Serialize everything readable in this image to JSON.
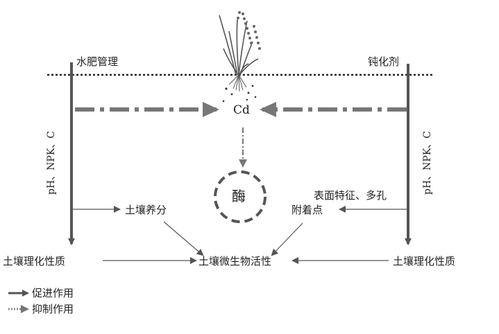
{
  "labels": {
    "water_fertilizer": "水肥管理",
    "passivator": "钝化剂",
    "cd": "Cd",
    "enzyme": "酶",
    "left_vertical": "pH、NPK、C",
    "right_vertical": "pH、NPK、C",
    "soil_nutrient": "土壤养分",
    "surface_feature": "表面特征、多孔",
    "attachment_point": "附着点",
    "soil_property_left": "土壤理化性质",
    "soil_microbe": "土壤微生物活性",
    "soil_property_right": "土壤理化性质"
  },
  "legend": {
    "promote": "促进作用",
    "inhibit": "抑制作用"
  },
  "colors": {
    "line": "#555555",
    "dash": "#777777",
    "text": "#222222"
  }
}
